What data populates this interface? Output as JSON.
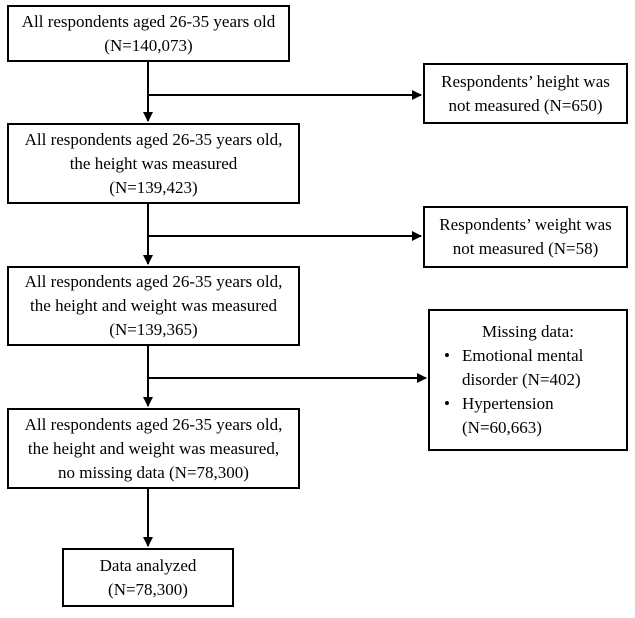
{
  "boxes": {
    "b1": [
      "All respondents aged 26-35 years old",
      "(N=140,073)"
    ],
    "b2": [
      "All respondents aged 26-35 years old,",
      "the height was measured",
      "(N=139,423)"
    ],
    "b3": [
      "All respondents aged 26-35 years old,",
      "the height and weight was measured",
      "(N=139,365)"
    ],
    "b4": [
      "All respondents aged 26-35 years old,",
      "the height and weight was measured,",
      "no missing data (N=78,300)"
    ],
    "b5": [
      "Data analyzed",
      "(N=78,300)"
    ]
  },
  "side": {
    "s1": [
      "Respondents’ height was",
      "not measured (N=650)"
    ],
    "s2": [
      "Respondents’ weight was",
      "not measured (N=58)"
    ],
    "s3": {
      "title": "Missing data:",
      "items": [
        [
          "Emotional mental",
          "disorder (N=402)"
        ],
        [
          "Hypertension",
          "(N=60,663)"
        ]
      ]
    }
  }
}
